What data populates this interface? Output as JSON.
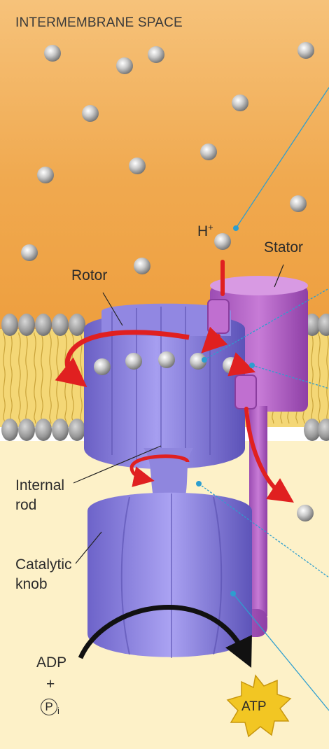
{
  "header": {
    "region_title": "INTERMEMBRANE SPACE"
  },
  "labels": {
    "proton": "H",
    "proton_charge": "+",
    "stator": "Stator",
    "rotor": "Rotor",
    "internal_rod_line1": "Internal",
    "internal_rod_line2": "rod",
    "catalytic_knob_line1": "Catalytic",
    "catalytic_knob_line2": "knob",
    "adp": "ADP",
    "plus": "+",
    "phosphate": "P",
    "phosphate_subscript": "i",
    "atp": "ATP"
  },
  "colors": {
    "intermembrane_top": "#f0a74a",
    "intermembrane_bottom": "#f6c98a",
    "matrix": "#fdf0c6",
    "membrane_head": "#8c8c8c",
    "membrane_tail": "#f3d873",
    "protein_purple": "#8a7fd8",
    "stator_magenta": "#b364c4",
    "flow_arrow": "#e32222",
    "atp_burst": "#f2c623",
    "leader_line": "#2d9ecf"
  }
}
